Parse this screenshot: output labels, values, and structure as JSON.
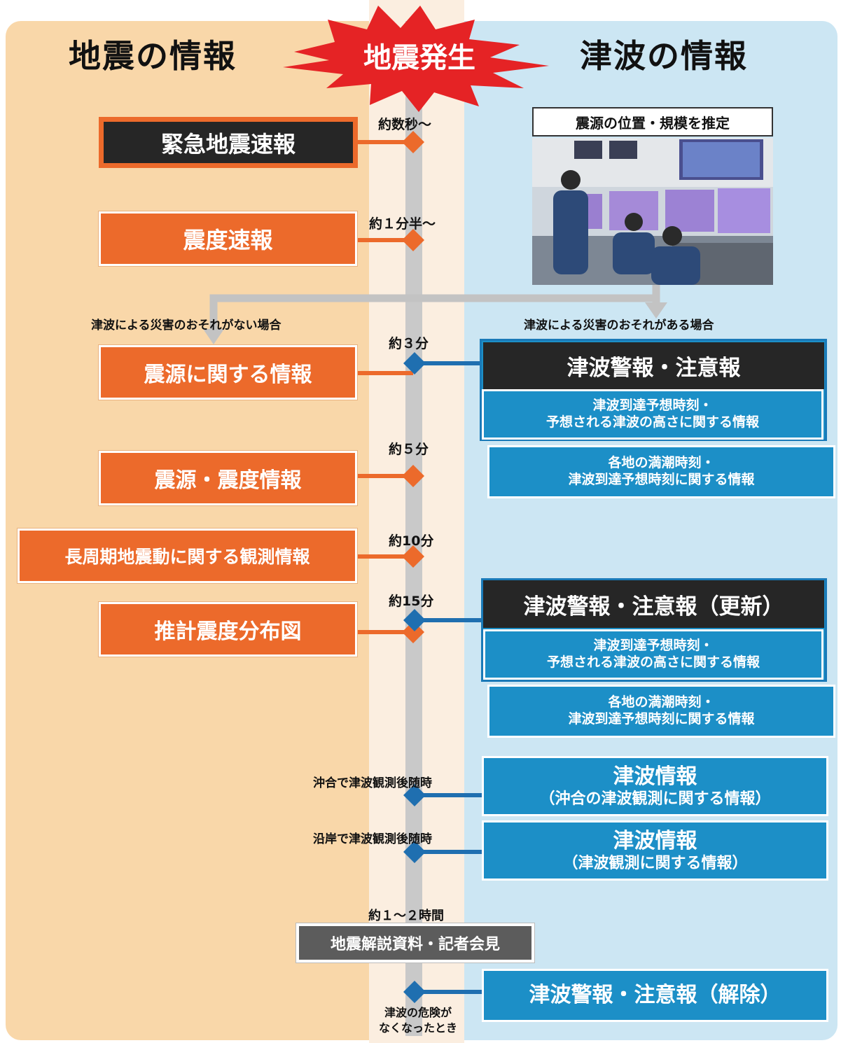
{
  "headings": {
    "earthquake": "地震の情報",
    "occurrence": "地震発生",
    "tsunami": "津波の情報"
  },
  "earthquake_info": [
    {
      "label": "緊急地震速報",
      "time": "約数秒〜"
    },
    {
      "label": "震度速報",
      "time": "約１分半〜"
    },
    {
      "label": "震源に関する情報",
      "time": "約３分"
    },
    {
      "label": "震源・震度情報",
      "time": "約５分"
    },
    {
      "label": "長周期地震動に関する観測情報",
      "time": "約10分"
    },
    {
      "label": "推計震度分布図",
      "time": "約15分"
    }
  ],
  "estimate": {
    "caption": "震源の位置・規模を推定",
    "photo": "monitoring-room-photo"
  },
  "branch": {
    "no_risk": "津波による災害のおそれがない場合",
    "risk": "津波による災害のおそれがある場合"
  },
  "tsunami_warning": {
    "title": "津波警報・注意報",
    "sub1": [
      "津波到達予想時刻・",
      "予想される津波の高さに関する情報"
    ],
    "sub2": [
      "各地の満潮時刻・",
      "津波到達予想時刻に関する情報"
    ]
  },
  "tsunami_update": {
    "title": "津波警報・注意報（更新）",
    "sub1": [
      "津波到達予想時刻・",
      "予想される津波の高さに関する情報"
    ],
    "sub2": [
      "各地の満潮時刻・",
      "津波到達予想時刻に関する情報"
    ]
  },
  "tsunami_offshore": {
    "trigger": "沖合で津波観測後随時",
    "title": "津波情報",
    "subtitle": "（沖合の津波観測に関する情報）"
  },
  "tsunami_coastal": {
    "trigger": "沿岸で津波観測後随時",
    "title": "津波情報",
    "subtitle": "（津波観測に関する情報）"
  },
  "press": {
    "time": "約１〜２時間",
    "label": "地震解説資料・記者会見"
  },
  "cancel": {
    "label": "津波警報・注意報（解除）",
    "condition": [
      "津波の危険が",
      "なくなったとき"
    ]
  },
  "colors": {
    "earthquake": "#ec6a2b",
    "tsunami": "#1c8fc7",
    "dark": "#262626",
    "burst": "#e52325"
  }
}
